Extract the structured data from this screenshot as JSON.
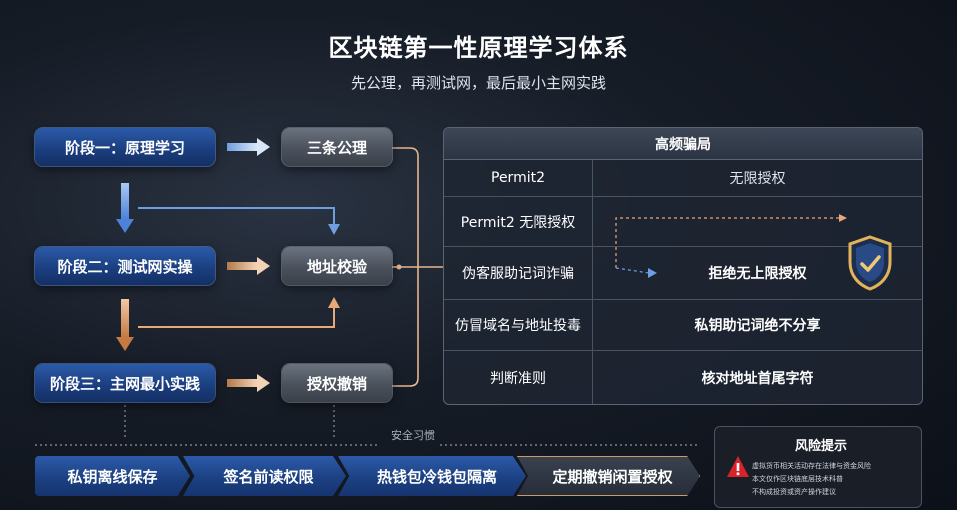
{
  "header": {
    "title": "区块链第一性原理学习体系",
    "subtitle": "先公理，再测试网，最后最小主网实践"
  },
  "stages": [
    {
      "label": "阶段一：原理学习"
    },
    {
      "label": "阶段二：测试网实操"
    },
    {
      "label": "阶段三：主网最小实践"
    }
  ],
  "nodes": {
    "axioms": "三条公理",
    "address_check": "地址校验",
    "revoke": "授权撤销"
  },
  "scam_table": {
    "title": "高频骗局",
    "rows": [
      {
        "scam": "Permit2",
        "defense": "无限授权"
      },
      {
        "scam": "Permit2 无限授权",
        "defense": ""
      },
      {
        "scam": "伪客服助记词诈骗",
        "defense": "拒绝无上限授权"
      },
      {
        "scam": "仿冒域名与地址投毒",
        "defense": "私钥助记词绝不分享"
      },
      {
        "scam": "判断准则",
        "defense": "核对地址首尾字符"
      }
    ]
  },
  "habits": {
    "label": "安全习惯",
    "items": [
      "私钥离线保存",
      "签名前读权限",
      "热钱包冷钱包隔离",
      "定期撤销闲置授权"
    ]
  },
  "risk": {
    "title": "风险提示",
    "lines": [
      "虚拟货币相关活动存在法律与资金风险",
      "本文仅作区块链底层技术科普",
      "不构成投资或资产操作建议"
    ]
  },
  "colors": {
    "stage_blue": "#1f4a95",
    "node_gray": "#555d69",
    "arrow_orange": "#e8a878",
    "arrow_blue": "#6f9fe0",
    "line_orange": "#e7b58f",
    "shield_gold": "#e3b35a",
    "warning_red": "#d9232b"
  },
  "icons": {
    "shield": "shield-check-icon",
    "warning": "warning-triangle-icon"
  }
}
